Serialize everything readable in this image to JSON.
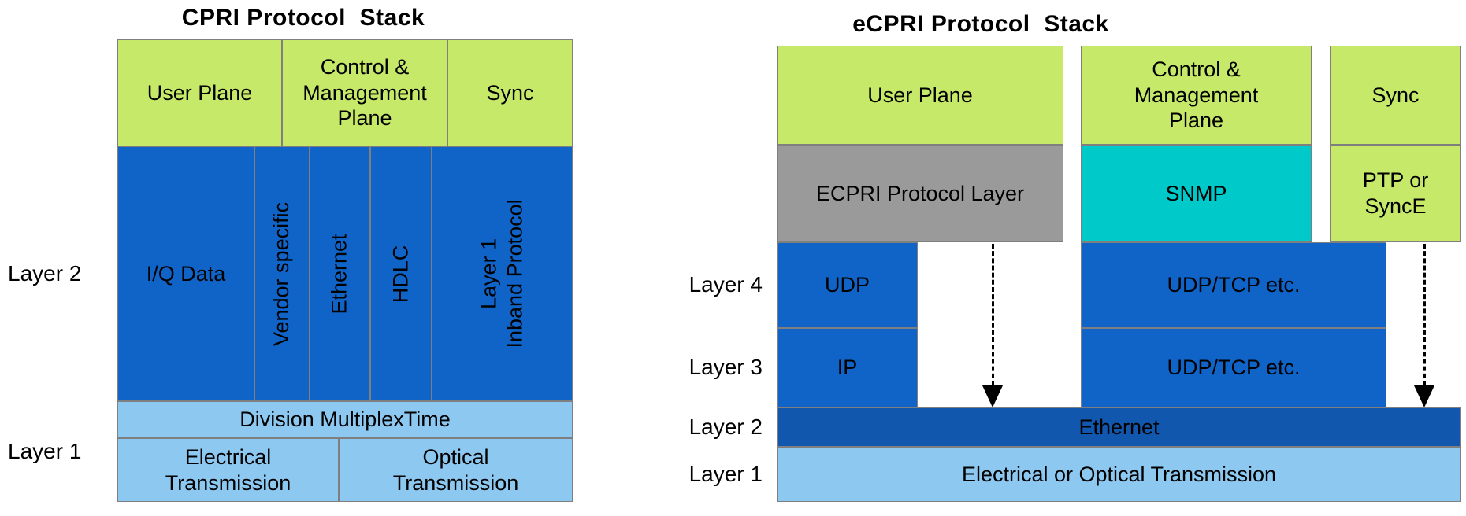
{
  "colors": {
    "plane_green": "#c6e96a",
    "box_blue": "#1064c8",
    "ethernet_blue": "#1157ae",
    "light_blue": "#8dc8f1",
    "ecpri_grey": "#9a9a9a",
    "snmp_teal": "#00c9c9",
    "border_grey": "#7f7f7f",
    "arrow_black": "#000000"
  },
  "cpri": {
    "title": "CPRI Protocol  Stack",
    "side_labels": {
      "layer2": "Layer 2",
      "layer1": "Layer 1"
    },
    "planes": {
      "user": "User Plane",
      "control_management": "Control & Management Plane",
      "sync": "Sync"
    },
    "layer2_cells": {
      "iq_data": "I/Q Data",
      "vendor_specific": "Vendor specific",
      "ethernet": "Ethernet",
      "hdlc": "HDLC",
      "layer1_inband_line1": "Layer 1",
      "layer1_inband_line2": "Inband Protocol"
    },
    "layer1_cells": {
      "tdm": "Division MultiplexTime",
      "electrical": "Electrical Transmission",
      "optical": "Optical Transmission"
    }
  },
  "ecpri": {
    "title": "eCPRI Protocol  Stack",
    "side_labels": {
      "layer4": "Layer 4",
      "layer3": "Layer 3",
      "layer2": "Layer 2",
      "layer1": "Layer 1"
    },
    "planes": {
      "user": "User Plane",
      "control_management": "Control & Management Plane",
      "sync": "Sync"
    },
    "protocol_row": {
      "ecpri_layer": "ECPRI Protocol Layer",
      "snmp": "SNMP",
      "ptp_synce": "PTP or SyncE"
    },
    "layer4_cells": {
      "udp": "UDP",
      "udp_tcp": "UDP/TCP etc."
    },
    "layer3_cells": {
      "ip": "IP",
      "udp_tcp": "UDP/TCP etc."
    },
    "layer2_cells": {
      "ethernet": "Ethernet"
    },
    "layer1_cells": {
      "transmission": "Electrical or Optical Transmission"
    }
  }
}
